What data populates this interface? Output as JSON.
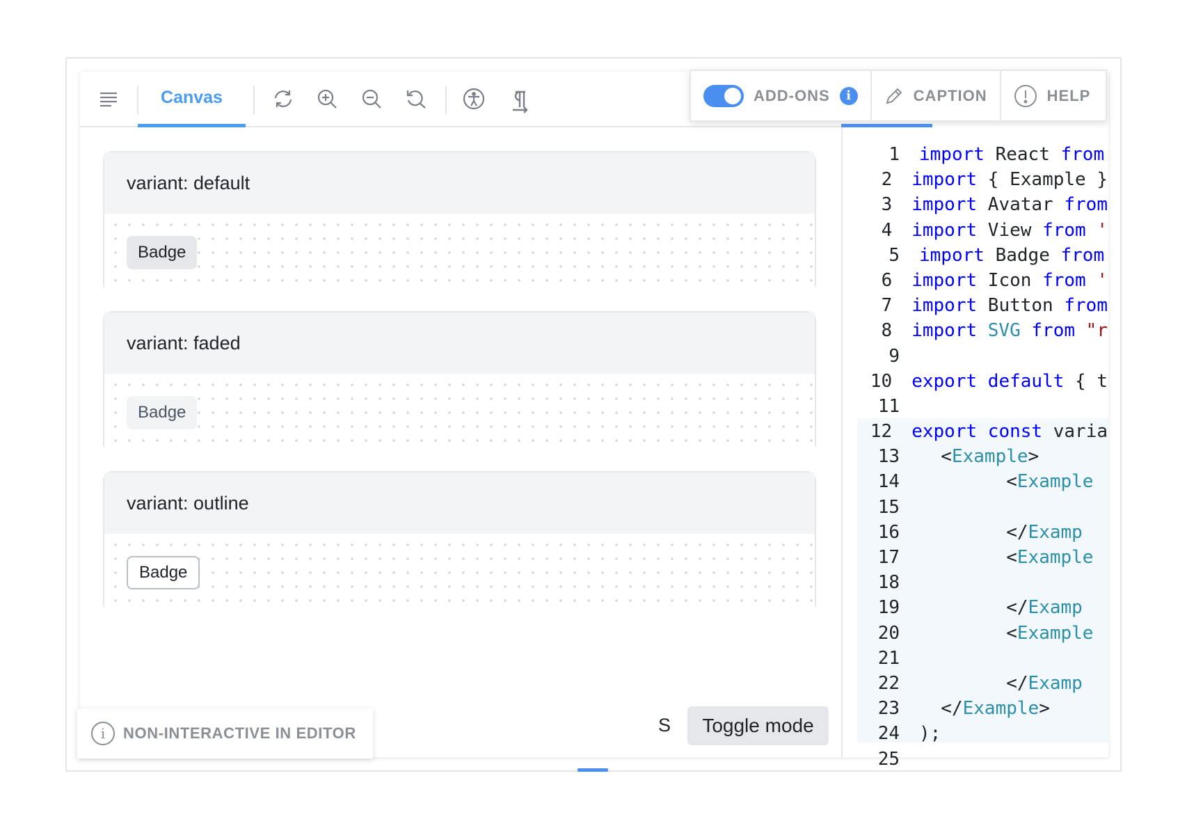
{
  "toolbar": {
    "canvas_tab": "Canvas",
    "icons": [
      "sidebar-toggle-icon",
      "refresh-icon",
      "zoom-in-icon",
      "zoom-out-icon",
      "zoom-reset-icon",
      "accessibility-icon",
      "paragraph-icon"
    ]
  },
  "addons_bar": {
    "addons_label": "ADD-ONS",
    "addons_toggle_on": true,
    "caption_label": "CAPTION",
    "help_label": "HELP"
  },
  "cards": [
    {
      "title": "variant: default",
      "badge": "Badge"
    },
    {
      "title": "variant: faded",
      "badge": "Badge"
    },
    {
      "title": "variant: outline",
      "badge": "Badge"
    }
  ],
  "footer": {
    "noninteractive_label": "NON-INTERACTIVE IN EDITOR",
    "shortcut_key": "S",
    "toggle_mode_label": "Toggle mode"
  },
  "code": {
    "lines": [
      {
        "n": "1",
        "parts": [
          [
            "kw",
            "import"
          ],
          [
            "tx",
            " React "
          ],
          [
            "kw",
            "from"
          ]
        ]
      },
      {
        "n": "2",
        "parts": [
          [
            "kw",
            "import"
          ],
          [
            "tx",
            " { Example }"
          ]
        ]
      },
      {
        "n": "3",
        "parts": [
          [
            "kw",
            "import"
          ],
          [
            "tx",
            " Avatar "
          ],
          [
            "kw",
            "from"
          ]
        ]
      },
      {
        "n": "4",
        "parts": [
          [
            "kw",
            "import"
          ],
          [
            "tx",
            " View "
          ],
          [
            "kw",
            "from"
          ],
          [
            "st",
            " '"
          ]
        ]
      },
      {
        "n": "5",
        "parts": [
          [
            "kw",
            "import"
          ],
          [
            "tx",
            " Badge "
          ],
          [
            "kw",
            "from"
          ]
        ]
      },
      {
        "n": "6",
        "parts": [
          [
            "kw",
            "import"
          ],
          [
            "tx",
            " Icon "
          ],
          [
            "kw",
            "from"
          ],
          [
            "st",
            " '"
          ]
        ]
      },
      {
        "n": "7",
        "parts": [
          [
            "kw",
            "import"
          ],
          [
            "tx",
            " Button "
          ],
          [
            "kw",
            "from"
          ]
        ]
      },
      {
        "n": "8",
        "parts": [
          [
            "kw",
            "import"
          ],
          [
            "tg",
            " SVG"
          ],
          [
            "tx",
            " "
          ],
          [
            "kw",
            "from"
          ],
          [
            "st",
            " \"r"
          ]
        ]
      },
      {
        "n": "9",
        "parts": []
      },
      {
        "n": "10",
        "parts": [
          [
            "kw",
            "export"
          ],
          [
            "tx",
            " "
          ],
          [
            "kw",
            "default"
          ],
          [
            "tx",
            " { t"
          ]
        ]
      },
      {
        "n": "11",
        "parts": []
      },
      {
        "n": "12",
        "parts": [
          [
            "kw",
            "export"
          ],
          [
            "tx",
            " "
          ],
          [
            "kw",
            "const"
          ],
          [
            "tx",
            " varia"
          ]
        ]
      },
      {
        "n": "13",
        "parts": [
          [
            "tx",
            "  <"
          ],
          [
            "tg",
            "Example"
          ],
          [
            "tx",
            ">"
          ]
        ]
      },
      {
        "n": "14",
        "parts": [
          [
            "tx",
            "        <"
          ],
          [
            "tg",
            "Example"
          ]
        ]
      },
      {
        "n": "15",
        "parts": []
      },
      {
        "n": "16",
        "parts": [
          [
            "tx",
            "        </"
          ],
          [
            "tg",
            "Examp"
          ]
        ]
      },
      {
        "n": "17",
        "parts": [
          [
            "tx",
            "        <"
          ],
          [
            "tg",
            "Example"
          ]
        ]
      },
      {
        "n": "18",
        "parts": []
      },
      {
        "n": "19",
        "parts": [
          [
            "tx",
            "        </"
          ],
          [
            "tg",
            "Examp"
          ]
        ]
      },
      {
        "n": "20",
        "parts": [
          [
            "tx",
            "        <"
          ],
          [
            "tg",
            "Example"
          ]
        ]
      },
      {
        "n": "21",
        "parts": []
      },
      {
        "n": "22",
        "parts": [
          [
            "tx",
            "        </"
          ],
          [
            "tg",
            "Examp"
          ]
        ]
      },
      {
        "n": "23",
        "parts": [
          [
            "tx",
            "  </"
          ],
          [
            "tg",
            "Example"
          ],
          [
            "tx",
            ">"
          ]
        ]
      },
      {
        "n": "24",
        "parts": [
          [
            "tx",
            ");"
          ]
        ]
      },
      {
        "n": "25",
        "parts": []
      }
    ]
  },
  "colors": {
    "accent": "#4a9cf0",
    "keyword": "#0000ff",
    "tag": "#2b8fa8",
    "string": "#a31515"
  }
}
